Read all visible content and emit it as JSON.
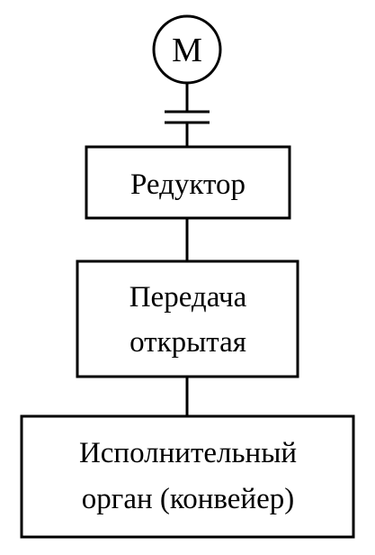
{
  "motor": {
    "label": "М"
  },
  "blocks": [
    {
      "lines": [
        "Редуктор"
      ]
    },
    {
      "lines": [
        "Передача",
        "открытая"
      ]
    },
    {
      "lines": [
        "Исполнительный",
        "орган (конвейер)"
      ]
    }
  ],
  "colors": {
    "stroke": "#000000",
    "background": "#ffffff"
  }
}
